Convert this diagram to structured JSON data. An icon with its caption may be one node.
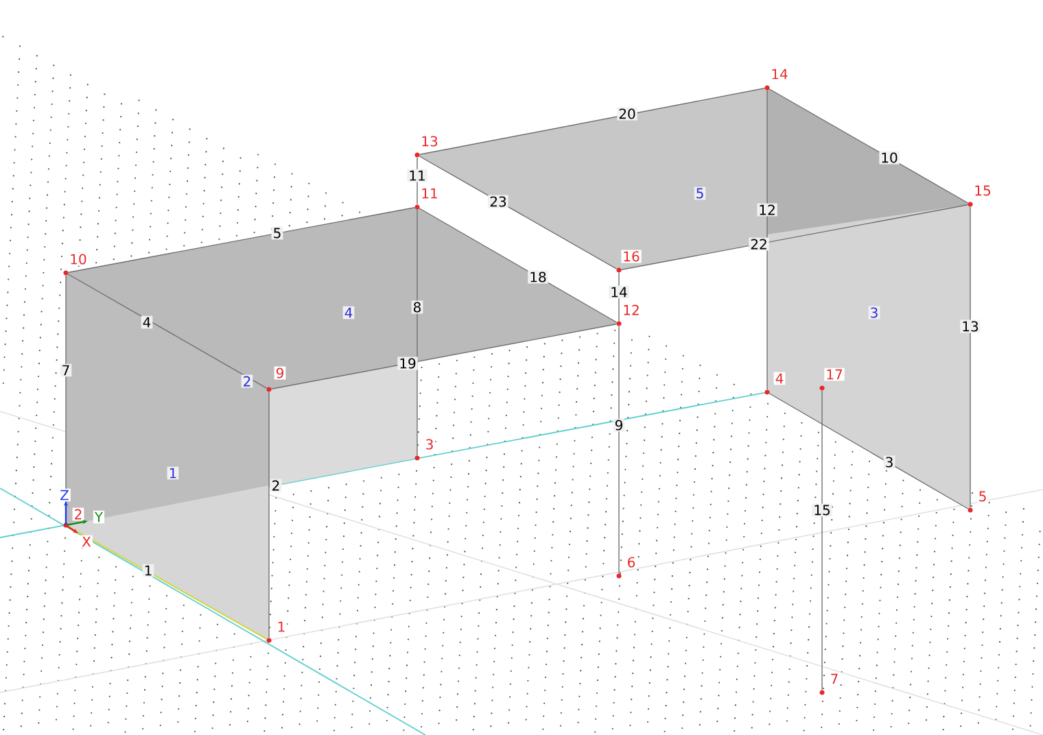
{
  "diagram": {
    "nodes": [
      {
        "text": [
          "1"
        ]
      },
      {
        "text": [
          "2"
        ]
      },
      {
        "text": [
          "3"
        ]
      },
      {
        "text": [
          "4"
        ]
      },
      {
        "text": [
          "5"
        ]
      },
      {
        "text": [
          "6"
        ]
      },
      {
        "text": [
          "7"
        ]
      },
      {
        "text": [
          "9"
        ]
      },
      {
        "text": [
          "10"
        ]
      },
      {
        "text": [
          "11"
        ]
      },
      {
        "text": [
          "12"
        ]
      },
      {
        "text": [
          "13"
        ]
      },
      {
        "text": [
          "14"
        ]
      },
      {
        "text": [
          "15"
        ]
      },
      {
        "text": [
          "16"
        ]
      },
      {
        "text": [
          "17"
        ]
      }
    ],
    "edges": [
      {
        "from": 1,
        "to": 0,
        "arrow": "none",
        "label": "1",
        "color": "#d6d64a"
      },
      {
        "from": 7,
        "to": 0,
        "arrow": "none",
        "label": "2"
      },
      {
        "from": 3,
        "to": 4,
        "arrow": "none",
        "label": "3"
      },
      {
        "from": 8,
        "to": 7,
        "arrow": "none",
        "label": "4"
      },
      {
        "from": 8,
        "to": 9,
        "arrow": "none",
        "label": "5"
      },
      {
        "from": 1,
        "to": 8,
        "arrow": "none",
        "label": "7"
      },
      {
        "from": 2,
        "to": 9,
        "arrow": "none",
        "label": "8"
      },
      {
        "from": 5,
        "to": 10,
        "arrow": "none",
        "label": "9"
      },
      {
        "from": 12,
        "to": 13,
        "arrow": "none",
        "label": "10"
      },
      {
        "from": 9,
        "to": 11,
        "arrow": "none",
        "label": "11"
      },
      {
        "from": 12,
        "to": 3,
        "arrow": "none",
        "label": "12"
      },
      {
        "from": 13,
        "to": 4,
        "arrow": "none",
        "label": "13"
      },
      {
        "from": 10,
        "to": 14,
        "arrow": "none",
        "label": "14"
      },
      {
        "from": 6,
        "to": 15,
        "arrow": "none",
        "label": "15"
      },
      {
        "from": 9,
        "to": 10,
        "arrow": "none",
        "label": "18"
      },
      {
        "from": 7,
        "to": 10,
        "arrow": "none",
        "label": "19"
      },
      {
        "from": 11,
        "to": 12,
        "arrow": "none",
        "label": "20"
      },
      {
        "from": 14,
        "to": 13,
        "arrow": "none",
        "label": "22"
      },
      {
        "from": 11,
        "to": 14,
        "arrow": "none",
        "label": "23"
      }
    ],
    "labels": [
      "5",
      "4",
      "3",
      "2",
      "1",
      "Z",
      "Y",
      "X"
    ]
  }
}
